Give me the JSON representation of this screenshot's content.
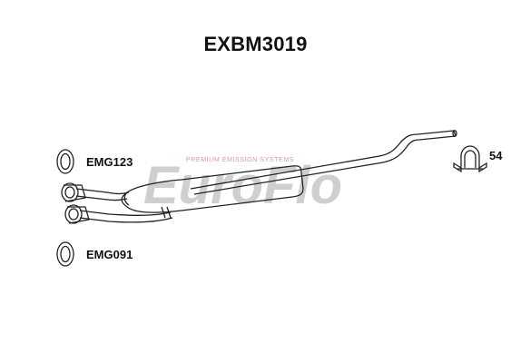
{
  "title": "EXBM3019",
  "parts": [
    {
      "code": "EMG123",
      "type": "gasket"
    },
    {
      "code": "EMG091",
      "type": "gasket"
    },
    {
      "code": "54",
      "type": "clamp"
    }
  ],
  "watermark": {
    "brand": "EuroFlo",
    "tagline": "PREMIUM EMISSION SYSTEMS"
  },
  "colors": {
    "line": "#222222",
    "watermark_grey": "#c9c9c9",
    "watermark_red": "#f0b3b3"
  }
}
